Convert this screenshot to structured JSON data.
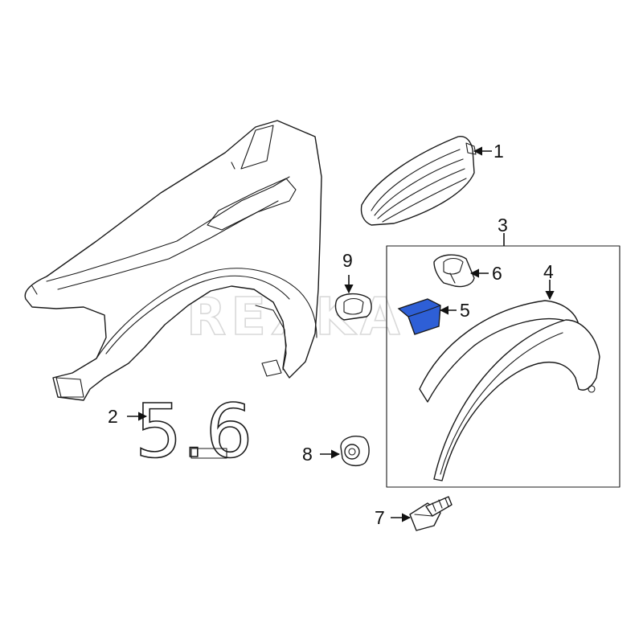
{
  "watermark": "REXKA",
  "emblem_text": "5.6",
  "highlight_color": "#2e5fd6",
  "callouts": {
    "c1": "1",
    "c2": "2",
    "c3": "3",
    "c4": "4",
    "c5": "5",
    "c6": "6",
    "c7": "7",
    "c8": "8",
    "c9": "9"
  }
}
